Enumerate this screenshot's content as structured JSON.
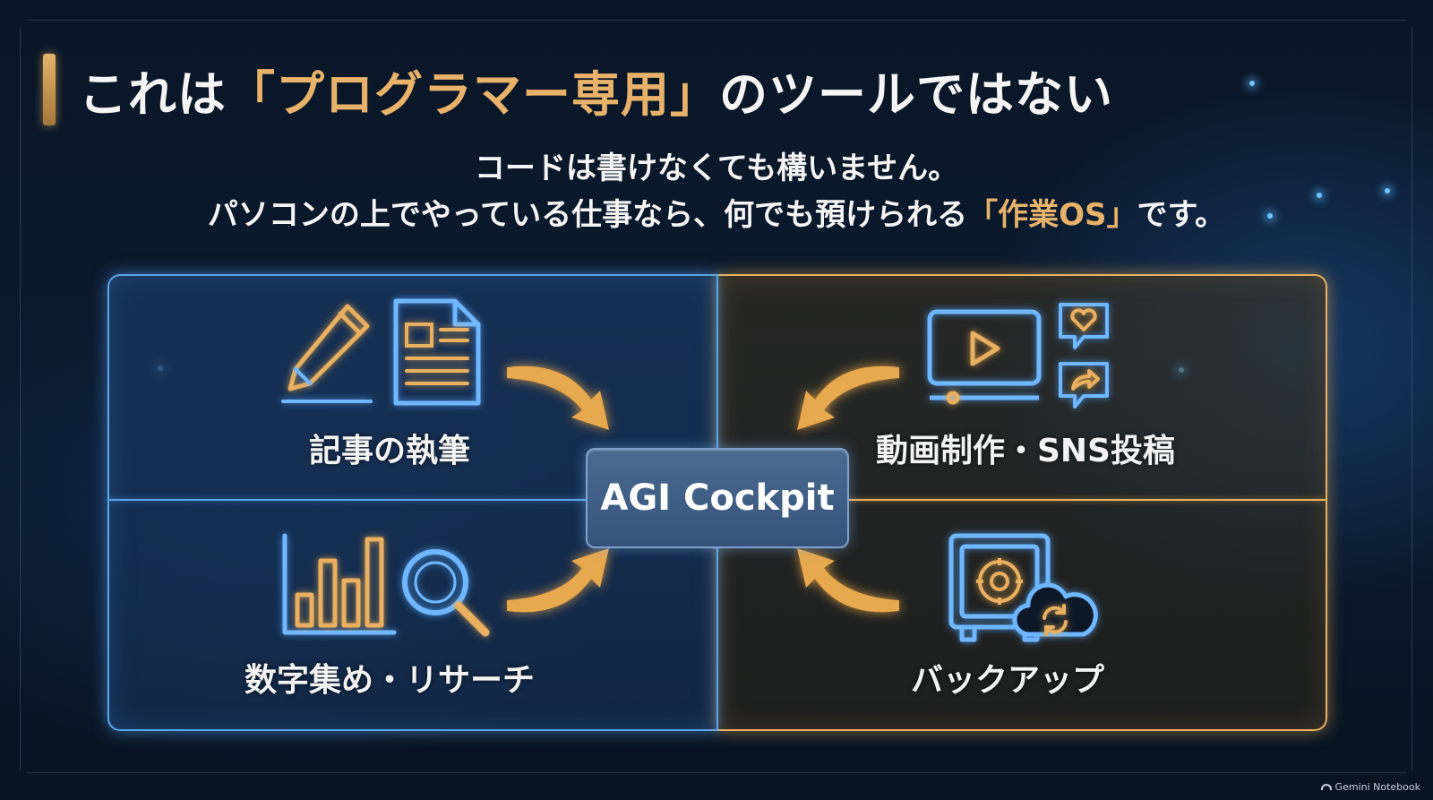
{
  "title": {
    "before": "これは",
    "accent": "「プログラマー専用」",
    "after": "のツールではない"
  },
  "subtitle": {
    "line1": "コードは書けなくても構いません。",
    "line2_before": "パソコンの上でやっている仕事なら、何でも預けられる",
    "line2_accent": "「作業OS」",
    "line2_after": "です。"
  },
  "center": {
    "label": "AGI Cockpit"
  },
  "quadrants": {
    "top_left": {
      "label": "記事の執筆",
      "icons": [
        "pen-icon",
        "document-icon"
      ]
    },
    "bottom_left": {
      "label": "数字集め・リサーチ",
      "icons": [
        "bar-chart-icon",
        "magnifier-icon"
      ]
    },
    "top_right": {
      "label": "動画制作・SNS投稿",
      "icons": [
        "video-player-icon",
        "heart-bubble-icon",
        "share-bubble-icon"
      ]
    },
    "bottom_right": {
      "label": "バックアップ",
      "icons": [
        "safe-icon",
        "cloud-sync-icon"
      ]
    }
  },
  "watermark": {
    "text": "Gemini Notebook"
  },
  "colors": {
    "accent_gold": "#e8b26a",
    "glow_blue": "#5aa4e8",
    "glow_orange": "#e8b060",
    "background": "#0a1627"
  }
}
